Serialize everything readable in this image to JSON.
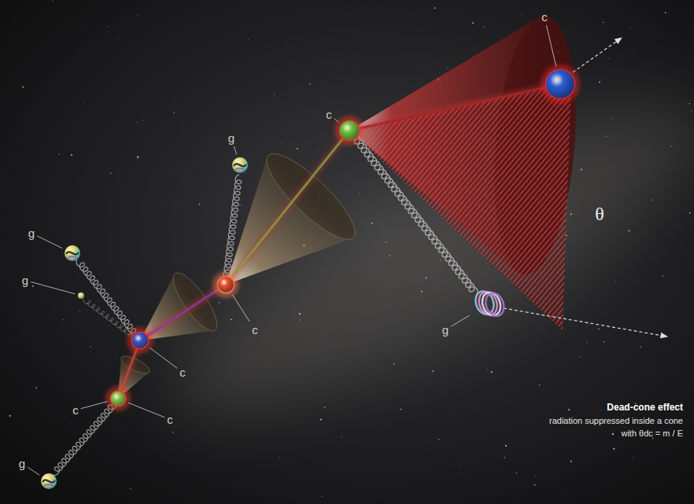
{
  "diagram": {
    "labels": [
      "c",
      "c",
      "g",
      "θ",
      "g",
      "c",
      "g",
      "g",
      "c",
      "c",
      "c",
      "g",
      "Dead-cone effect",
      "radiation suppressed inside a cone",
      "with θdc = m / E"
    ]
  }
}
